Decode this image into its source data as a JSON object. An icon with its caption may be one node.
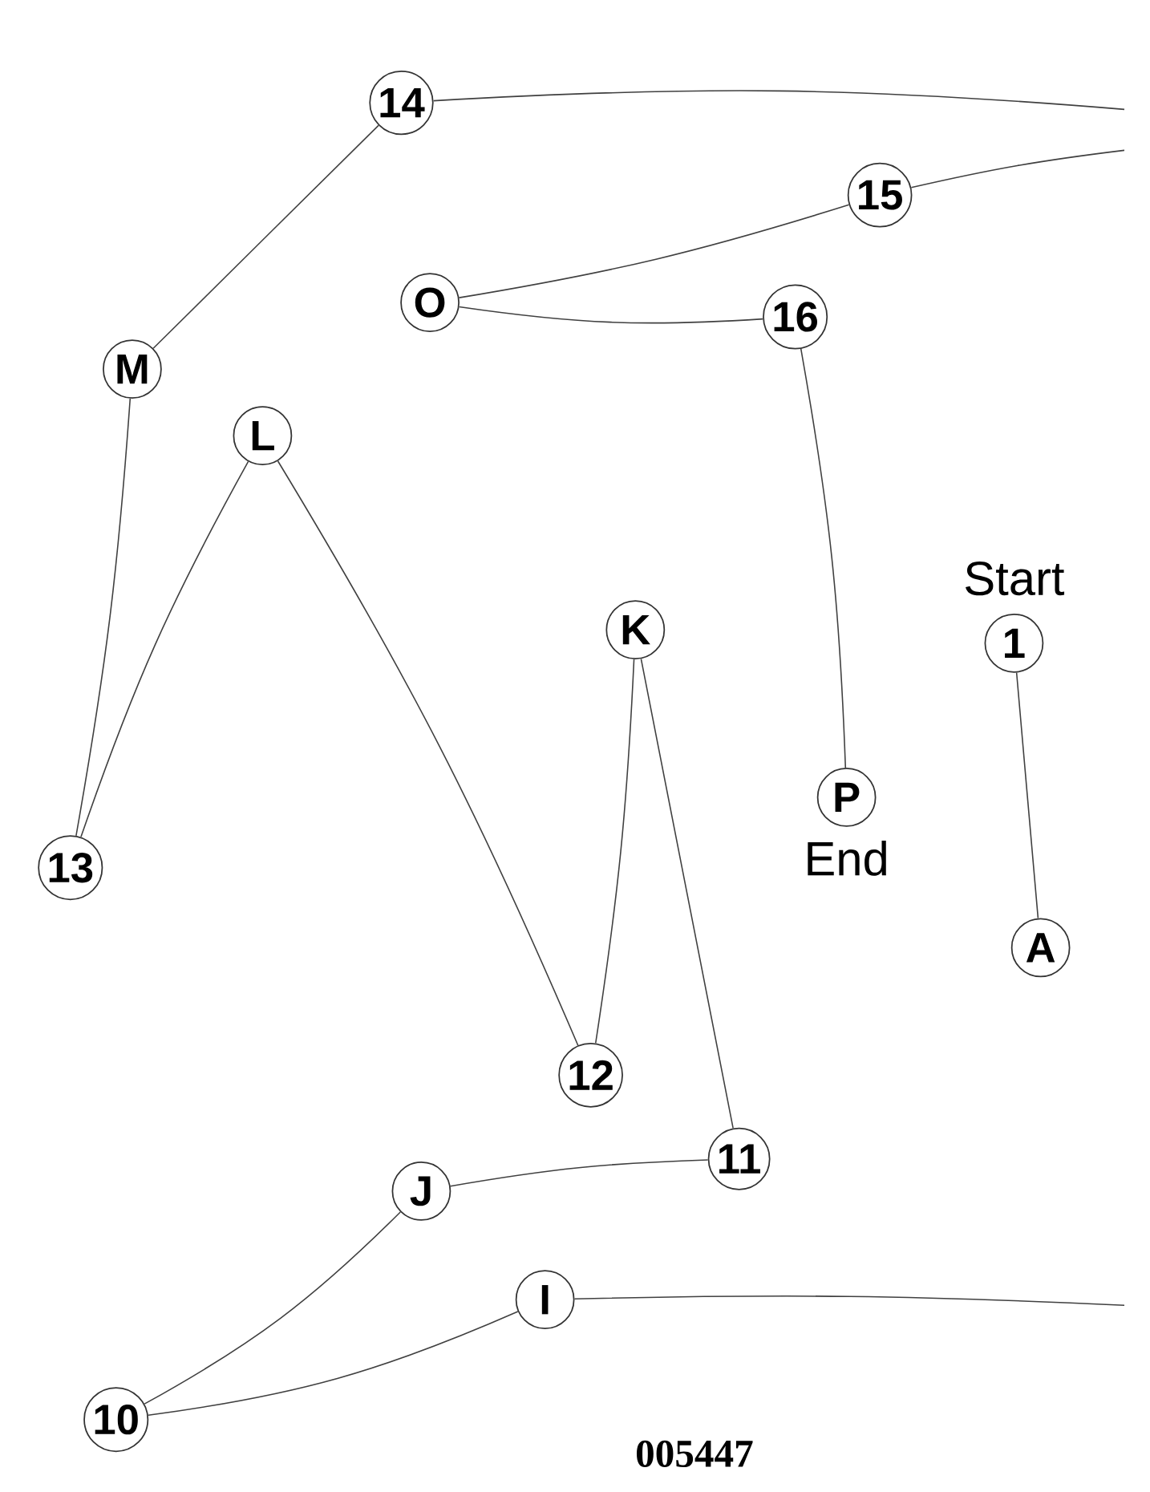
{
  "diagram": {
    "nodes": [
      {
        "text": [
          "14"
        ]
      },
      {
        "text": [
          "15"
        ]
      },
      {
        "text": [
          "O"
        ]
      },
      {
        "text": [
          "16"
        ]
      },
      {
        "text": [
          "M"
        ]
      },
      {
        "text": [
          "L"
        ]
      },
      {
        "text": [
          "1"
        ],
        "beside": [
          "Start"
        ]
      },
      {
        "text": [
          "K"
        ]
      },
      {
        "text": [
          "P"
        ],
        "beside": [
          "End"
        ]
      },
      {
        "text": [
          "13"
        ]
      },
      {
        "text": [
          "A"
        ]
      },
      {
        "text": [
          "12"
        ]
      },
      {
        "text": [
          "11"
        ]
      },
      {
        "text": [
          "J"
        ]
      },
      {
        "text": [
          "I"
        ]
      },
      {
        "text": [
          "10"
        ]
      }
    ],
    "edges": [
      {
        "from": 6,
        "to": 10,
        "arrow": "none"
      },
      {
        "from": 15,
        "to": 14,
        "arrow": "none"
      },
      {
        "from": 14,
        "to": null,
        "arrow": "none"
      },
      {
        "from": 15,
        "to": 13,
        "arrow": "none"
      },
      {
        "from": 13,
        "to": 12,
        "arrow": "none"
      },
      {
        "from": 12,
        "to": 7,
        "arrow": "none"
      },
      {
        "from": 7,
        "to": 11,
        "arrow": "none"
      },
      {
        "from": 11,
        "to": 5,
        "arrow": "none"
      },
      {
        "from": 5,
        "to": 9,
        "arrow": "none"
      },
      {
        "from": 9,
        "to": 4,
        "arrow": "none"
      },
      {
        "from": 4,
        "to": 0,
        "arrow": "none"
      },
      {
        "from": 0,
        "to": null,
        "arrow": "none"
      },
      {
        "from": 1,
        "to": null,
        "arrow": "none"
      },
      {
        "from": 1,
        "to": 2,
        "arrow": "none"
      },
      {
        "from": 2,
        "to": 3,
        "arrow": "none"
      },
      {
        "from": 3,
        "to": 8,
        "arrow": "none"
      }
    ],
    "labels": [
      "005447"
    ]
  }
}
